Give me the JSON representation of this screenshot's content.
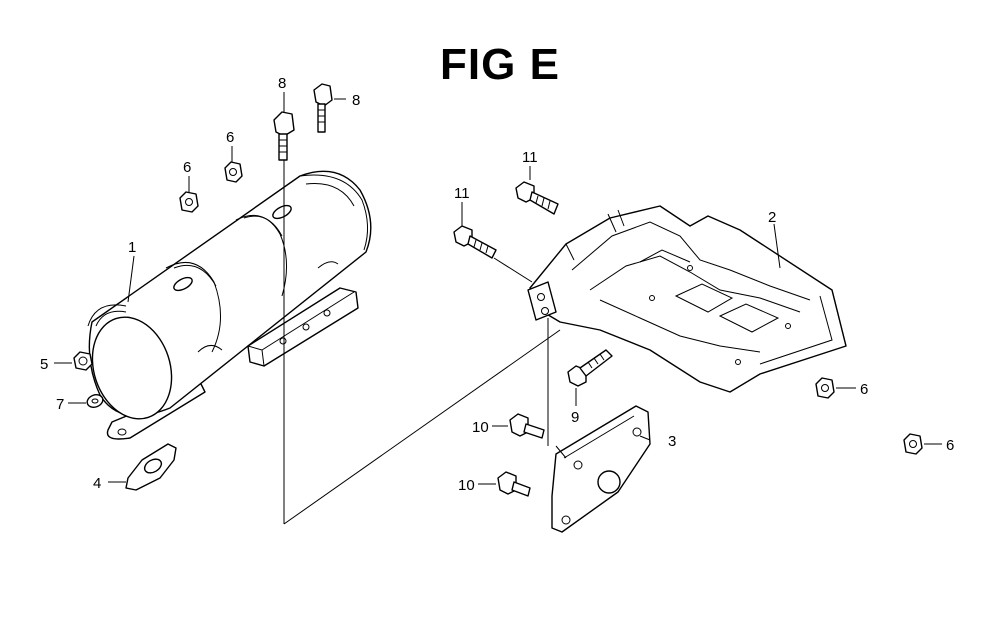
{
  "title": "FIG E",
  "callouts": {
    "c1": "1",
    "c2": "2",
    "c3": "3",
    "c4": "4",
    "c5": "5",
    "c6a": "6",
    "c6b": "6",
    "c6c": "6",
    "c6d": "6",
    "c7": "7",
    "c8a": "8",
    "c8b": "8",
    "c9": "9",
    "c10a": "10",
    "c10b": "10",
    "c11a": "11",
    "c11b": "11"
  },
  "colors": {
    "line": "#000000",
    "background": "#ffffff"
  }
}
